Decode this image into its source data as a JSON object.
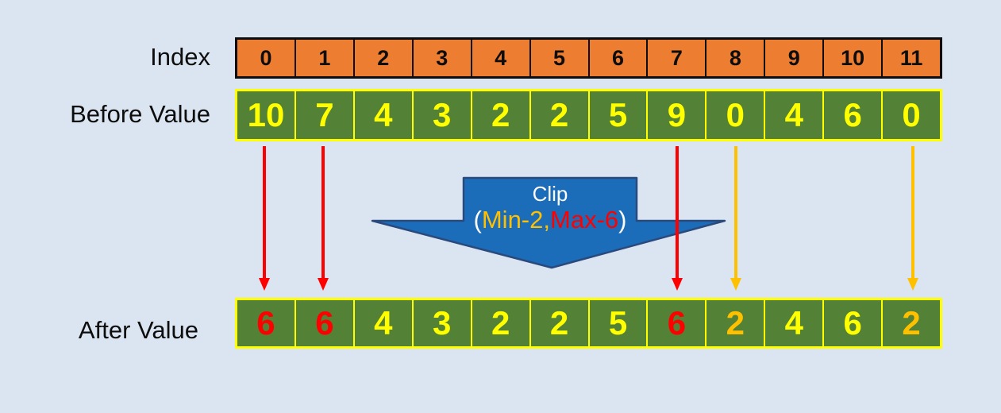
{
  "labels": {
    "index_label": "Index",
    "before_label": "Before Value",
    "after_label": "After Value"
  },
  "array": {
    "indices": [
      "0",
      "1",
      "2",
      "3",
      "4",
      "5",
      "6",
      "7",
      "8",
      "9",
      "10",
      "11"
    ],
    "before_values": [
      "10",
      "7",
      "4",
      "3",
      "2",
      "2",
      "5",
      "9",
      "0",
      "4",
      "6",
      "0"
    ],
    "after_values": [
      {
        "value": "6",
        "status": "red"
      },
      {
        "value": "6",
        "status": "red"
      },
      {
        "value": "4",
        "status": "yellow"
      },
      {
        "value": "3",
        "status": "yellow"
      },
      {
        "value": "2",
        "status": "yellow"
      },
      {
        "value": "2",
        "status": "yellow"
      },
      {
        "value": "5",
        "status": "yellow"
      },
      {
        "value": "6",
        "status": "red"
      },
      {
        "value": "2",
        "status": "gold"
      },
      {
        "value": "4",
        "status": "yellow"
      },
      {
        "value": "6",
        "status": "yellow"
      },
      {
        "value": "2",
        "status": "gold"
      }
    ]
  },
  "clip": {
    "title": "Clip",
    "range_open": "(",
    "range_min": "Min-2,",
    "range_max": "Max-6",
    "range_close": ")"
  },
  "arrows": [
    {
      "index": 0,
      "color": "red"
    },
    {
      "index": 1,
      "color": "red"
    },
    {
      "index": 7,
      "color": "red"
    },
    {
      "index": 8,
      "color": "gold"
    },
    {
      "index": 11,
      "color": "gold"
    }
  ],
  "colors": {
    "background": "#dbe5f1",
    "index_cell": "#ED7D31",
    "value_cell": "#538135",
    "normal_value": "#FFFF00",
    "max_clipped": "#FF0000",
    "min_clipped": "#FFC000",
    "clip_arrow_fill": "#1B6CB9",
    "clip_arrow_edge": "#2A4A7D"
  }
}
